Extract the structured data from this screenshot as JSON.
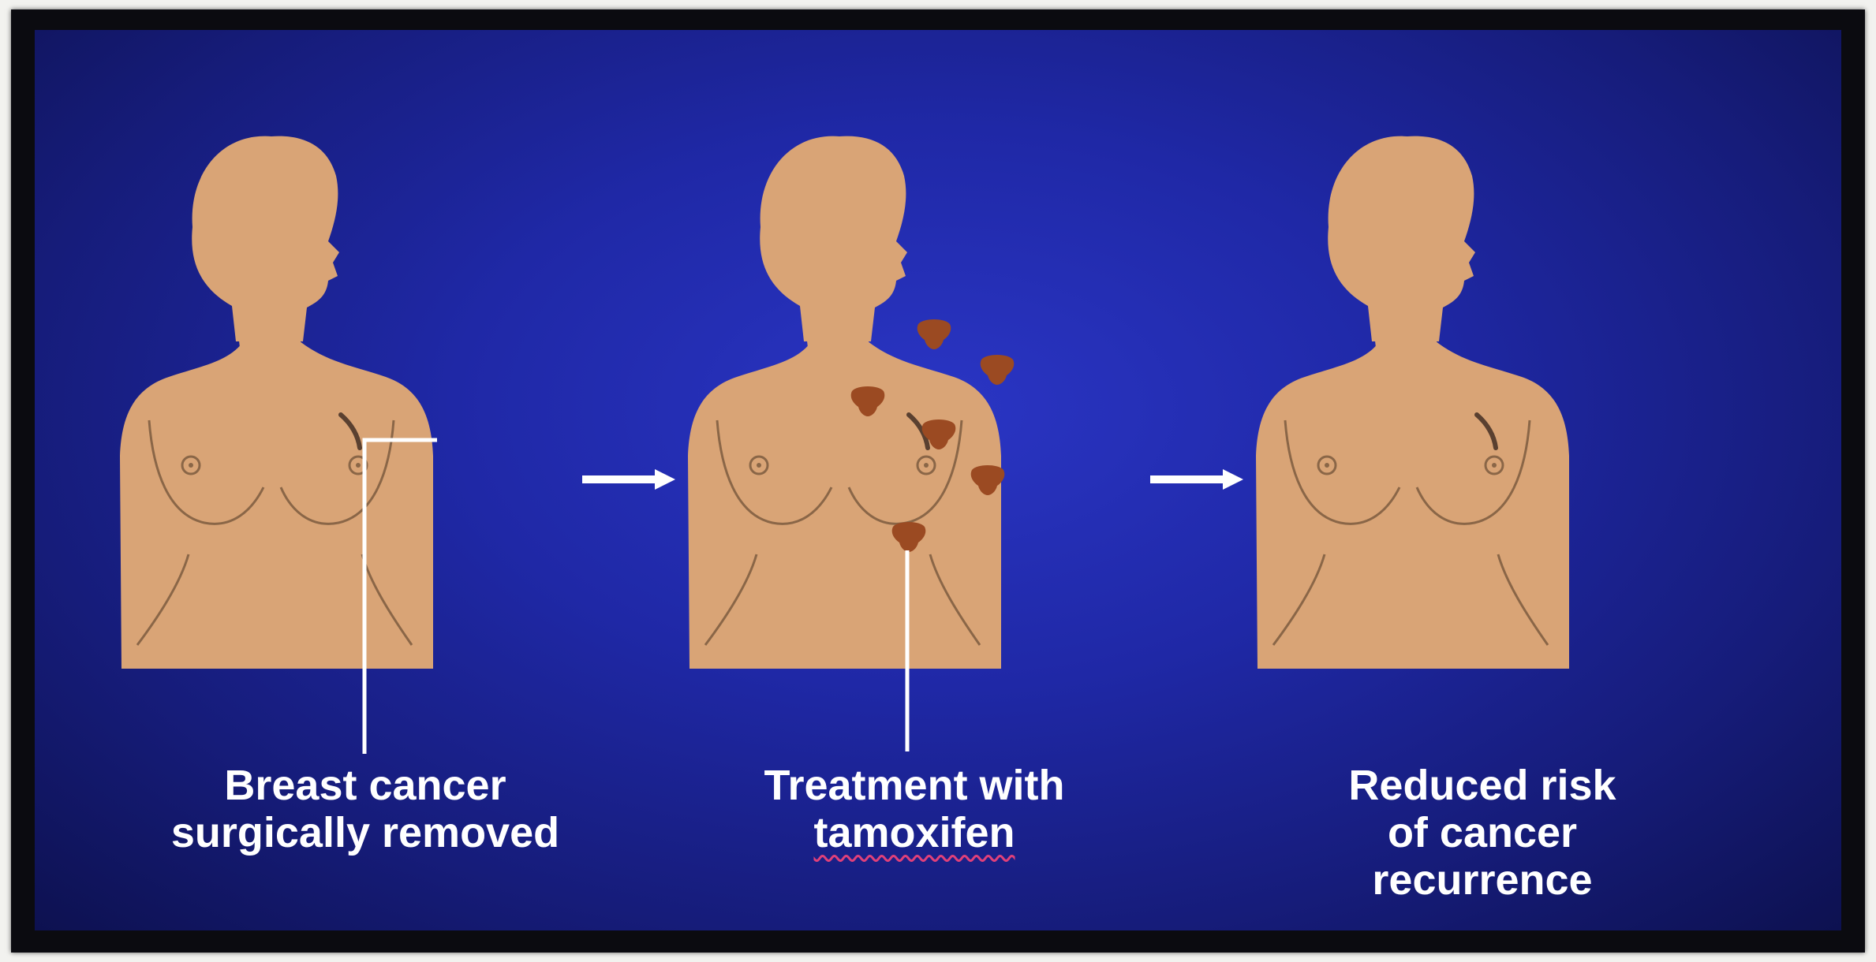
{
  "figures": [
    {
      "id": "before",
      "caption_lines": [
        "Breast cancer",
        "surgically removed"
      ]
    },
    {
      "id": "during",
      "caption_lines": [
        "Treatment with",
        "tamoxifen"
      ]
    },
    {
      "id": "after",
      "caption_lines": [
        "Reduced risk",
        "of cancer",
        "recurrence"
      ]
    }
  ],
  "colors": {
    "skin": "#d9a476",
    "outline": "#8a6647",
    "cell": "#9b4a22",
    "arrow": "#ffffff",
    "background": "#1f28a6"
  },
  "icons": [
    "arrow-right-icon",
    "cancer-cell-icon"
  ]
}
